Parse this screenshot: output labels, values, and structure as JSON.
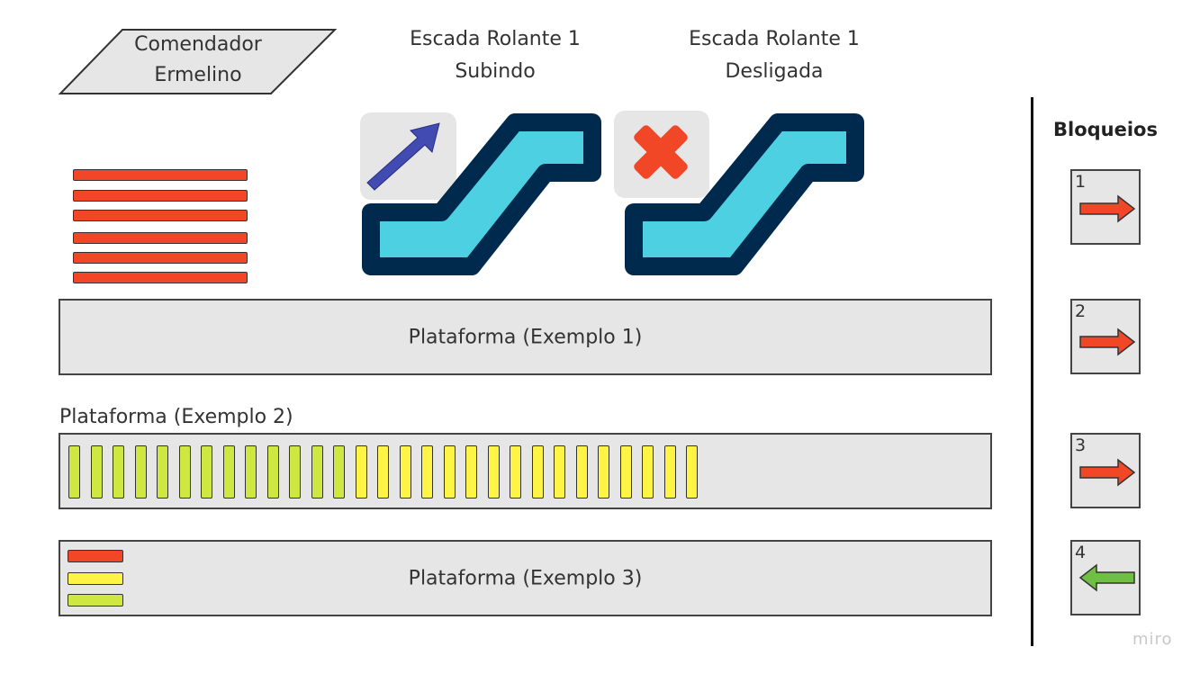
{
  "station": {
    "name_line1": "Comendador",
    "name_line2": "Ermelino"
  },
  "escalator_up": {
    "title": "Escada Rolante 1",
    "status": "Subindo",
    "icon": "arrow-up-right-icon"
  },
  "escalator_off": {
    "title": "Escada Rolante 1",
    "status": "Desligada",
    "icon": "x-cross-icon"
  },
  "platform1": {
    "label": "Plataforma (Exemplo 1)"
  },
  "platform2": {
    "label": "Plataforma (Exemplo 2)",
    "green_count": 13,
    "yellow_count": 16
  },
  "platform3": {
    "label": "Plataforma (Exemplo 3)"
  },
  "red_stripes_count": 6,
  "bloqueios": {
    "title": "Bloqueios",
    "items": [
      {
        "number": "1",
        "direction": "right",
        "color": "#f24726"
      },
      {
        "number": "2",
        "direction": "right",
        "color": "#f24726"
      },
      {
        "number": "3",
        "direction": "right",
        "color": "#f24726"
      },
      {
        "number": "4",
        "direction": "left",
        "color": "#6fbf45"
      }
    ]
  },
  "colors": {
    "red": "#f24726",
    "yellow": "#fef445",
    "green": "#cee741",
    "escalator_fill": "#4dd0e1",
    "escalator_border": "#002a4d",
    "arrow_blue": "#414bb2",
    "platform": "#e6e6e6"
  },
  "watermark": "miro"
}
